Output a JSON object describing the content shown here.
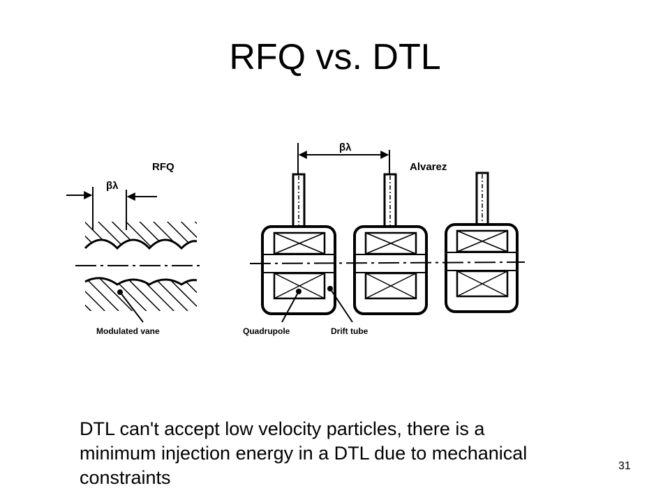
{
  "slide": {
    "title": "RFQ vs. DTL",
    "page_number": "31",
    "body": "DTL can't accept low velocity particles, there is a minimum injection energy in a DTL due to mechanical constraints"
  },
  "figure": {
    "rfq_label": "RFQ",
    "rfq_period": "βλ",
    "rfq_vane_label": "Modulated vane",
    "alvarez_label": "Alvarez",
    "alvarez_period": "βλ",
    "quadrupole_label": "Quadrupole",
    "drift_tube_label": "Drift tube"
  }
}
